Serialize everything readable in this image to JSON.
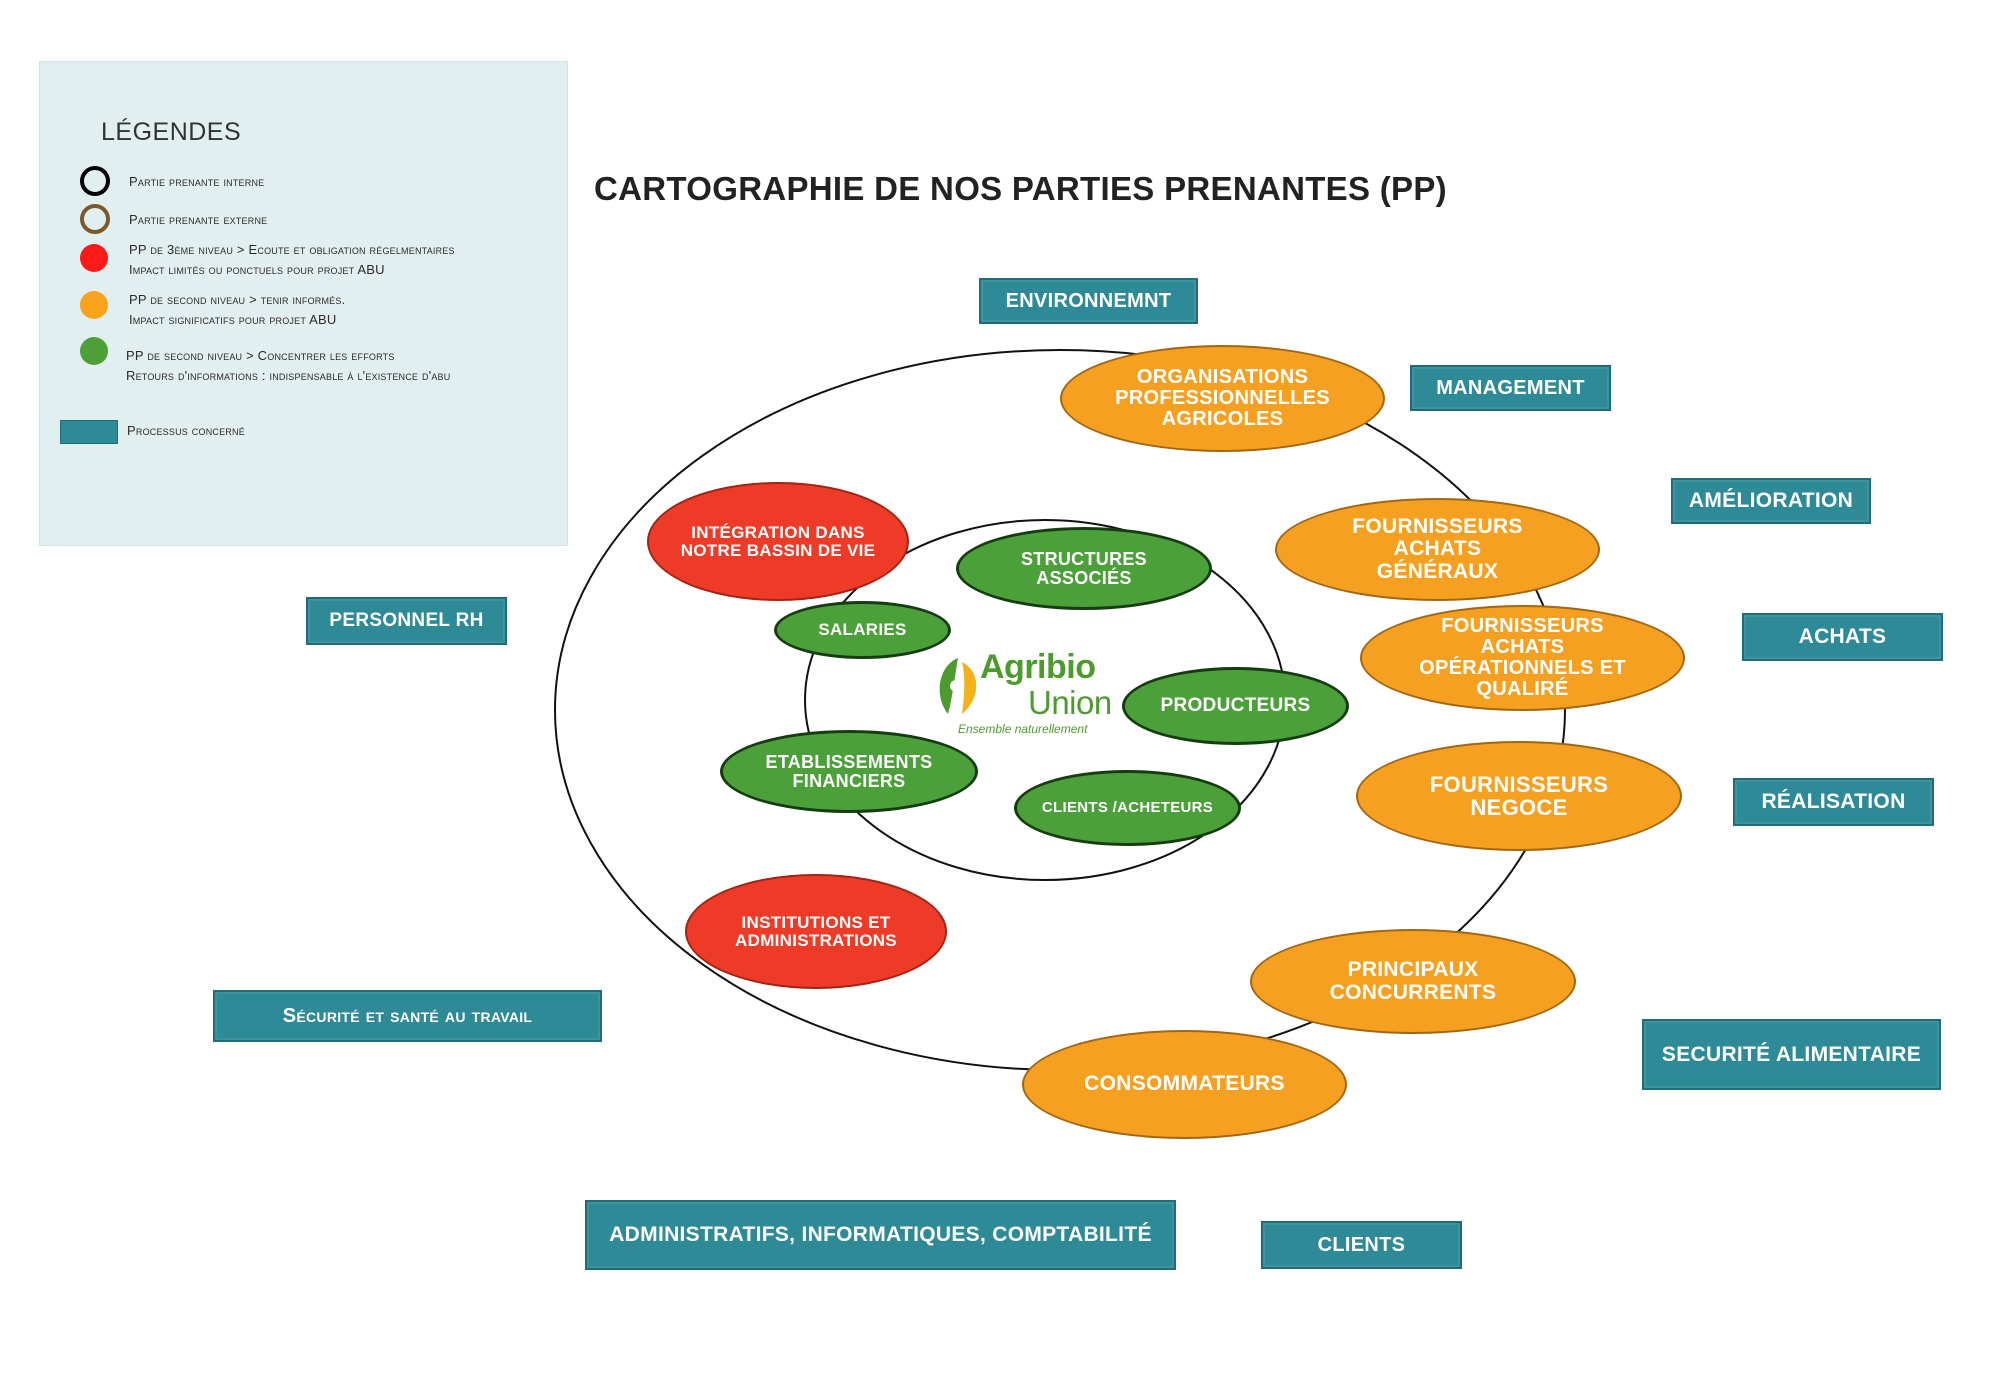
{
  "legend": {
    "title": "LÉGENDES",
    "internal": "Partie prenante interne",
    "external": "Partie prenante externe",
    "red_line1": "PP de 3ème niveau > Ecoute et obligation régelmentaires",
    "red_line2": "Impact limités ou ponctuels pour projet ABU",
    "orange_line1": "PP de second niveau > tenir informés.",
    "orange_line2": "Impact significatifs pour projet ABU",
    "green_line1": "PP de second niveau > Concentrer les efforts",
    "green_line2": "Retours d'informations : indispensable à l'existence d'abu",
    "process": "Processus concerné"
  },
  "title": "CARTOGRAPHIE DE NOS PARTIES PRENANTES (PP)",
  "processes": {
    "environnement": "ENVIRONNEMNT",
    "management": "MANAGEMENT",
    "amelioration": "AMÉLIORATION",
    "achats": "ACHATS",
    "realisation": "RÉALISATION",
    "securite_alimentaire": "SECURITÉ ALIMENTAIRE",
    "personnel_rh": "PERSONNEL RH",
    "securite_sante": "Sécurité et santé au travail",
    "administratifs": "ADMINISTRATIFS, INFORMATIQUES, COMPTABILITÉ",
    "clients": "CLIENTS"
  },
  "stakeholders": {
    "organisations": "ORGANISATIONS PROFESSIONNELLES AGRICOLES",
    "fournisseurs_generaux": "FOURNISSEURS ACHATS GÉNÉRAUX",
    "fournisseurs_operationnels": "FOURNISSEURS ACHATS OPÉRATIONNELS ET QUALIRÉ",
    "fournisseurs_negoce": "FOURNISSEURS NEGOCE",
    "concurrents": "PRINCIPAUX CONCURRENTS",
    "consommateurs": "CONSOMMATEURS",
    "integration": "INTÉGRATION DANS NOTRE BASSIN DE VIE",
    "institutions": "INSTITUTIONS ET ADMINISTRATIONS",
    "structures": "STRUCTURES ASSOCIÉS",
    "salaries": "SALARIES",
    "producteurs": "PRODUCTEURS",
    "etablissements": "ETABLISSEMENTS FINANCIERS",
    "clients_acheteurs": "CLIENTS /ACHETEURS"
  },
  "logo": {
    "agri": "Agribio",
    "union": "Union",
    "tagline": "Ensemble naturellement"
  },
  "colors": {
    "process": "#2f8a97",
    "orange": "#f6a021",
    "red": "#ee3b27",
    "green": "#4ba03a",
    "legend_bg": "#e2eff1"
  }
}
